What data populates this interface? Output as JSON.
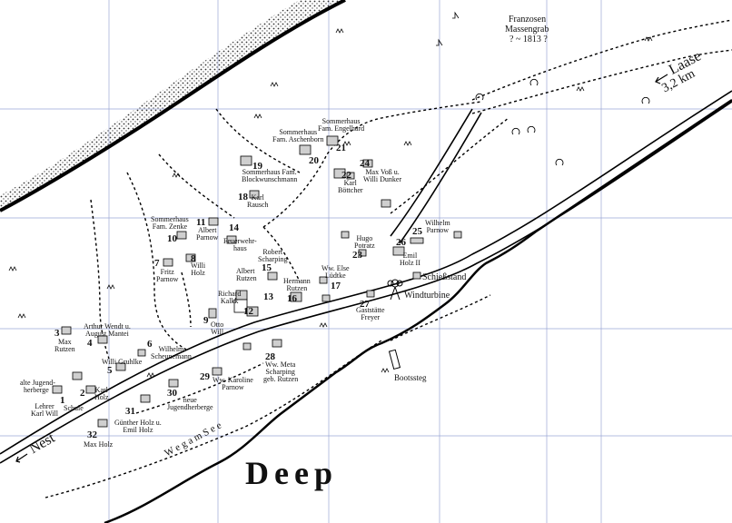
{
  "map": {
    "lake_name": "Deep",
    "place_nest": "Nest",
    "place_laase": "Laase",
    "laase_distance": "3,2 km",
    "grave_title": "Franzosen",
    "grave_line2": "Massengrab",
    "grave_line3": "? ~ 1813 ?",
    "path_label": "W e g   a m   S e e",
    "schiessstand": "Schießstand",
    "windturbine": "Windturbine",
    "bootssteg": "Bootssteg"
  },
  "houses": [
    {
      "num": "1",
      "label1": "Lehrer",
      "label2": "Karl Will"
    },
    {
      "num": "2",
      "label1": "Karl",
      "label2": "Holz"
    },
    {
      "num": "3",
      "label1": "Max",
      "label2": "Rutzen"
    },
    {
      "num": "4",
      "label1": "Arthur Wendt u.",
      "label2": "August Mantei"
    },
    {
      "num": "5",
      "label1": "Willi Gruhlke",
      "label2": ""
    },
    {
      "num": "6",
      "label1": "Wilhelm",
      "label2": "Scheunemann"
    },
    {
      "num": "7",
      "label1": "Fritz",
      "label2": "Parnow"
    },
    {
      "num": "8",
      "label1": "Willi",
      "label2": "Holz"
    },
    {
      "num": "9",
      "label1": "Otto",
      "label2": "Will"
    },
    {
      "num": "10",
      "label1": "Sommerhaus",
      "label2": "Fam. Zenke"
    },
    {
      "num": "11",
      "label1": "Albert",
      "label2": "Parnow"
    },
    {
      "num": "12",
      "label1": "Richard",
      "label2": "Kalkk"
    },
    {
      "num": "13",
      "label1": "",
      "label2": ""
    },
    {
      "num": "14",
      "label1": "Feuerwehr-",
      "label2": "haus"
    },
    {
      "num": "15",
      "label1": "Robert",
      "label2": "Scharping"
    },
    {
      "num": "16",
      "label1": "Hermann",
      "label2": "Rutzen"
    },
    {
      "num": "17",
      "label1": "Ww. Else",
      "label2": "Lüdtke"
    },
    {
      "num": "18",
      "label1": "Karl",
      "label2": "Rausch"
    },
    {
      "num": "19",
      "label1": "Sommerhaus Fam.",
      "label2": "Blockwunschmann"
    },
    {
      "num": "20",
      "label1": "Sommerhaus",
      "label2": "Fam. Aschenborn"
    },
    {
      "num": "21",
      "label1": "Sommerhaus",
      "label2": "Fam. Engelhard"
    },
    {
      "num": "22",
      "label1": "Karl",
      "label2": "Böttcher"
    },
    {
      "num": "23",
      "label1": "Hugo",
      "label2": "Potratz"
    },
    {
      "num": "24",
      "label1": "Max Voß u.",
      "label2": "Willi Dunker"
    },
    {
      "num": "25",
      "label1": "Wilhelm",
      "label2": "Parnow"
    },
    {
      "num": "26",
      "label1": "Emil",
      "label2": "Holz II"
    },
    {
      "num": "27",
      "label1": "Gaststätte",
      "label2": "Freyer"
    },
    {
      "num": "28",
      "label1": "Ww. Meta",
      "label2": "Scharping"
    },
    {
      "num": "29",
      "label1": "Ww. Karoline",
      "label2": "Parnow"
    },
    {
      "num": "30",
      "label1": "neue",
      "label2": "Jugendherberge"
    },
    {
      "num": "31",
      "label1": "Günther Holz u.",
      "label2": "Emil Holz"
    },
    {
      "num": "32",
      "label1": "Max Holz",
      "label2": ""
    }
  ],
  "extra_labels": {
    "l12b": "Albert",
    "l12c": "Rutzen",
    "l28c": "geb. Rutzen",
    "l1a": "alte Jugend-",
    "l1b": "herberge",
    "l1c": "Schule"
  }
}
